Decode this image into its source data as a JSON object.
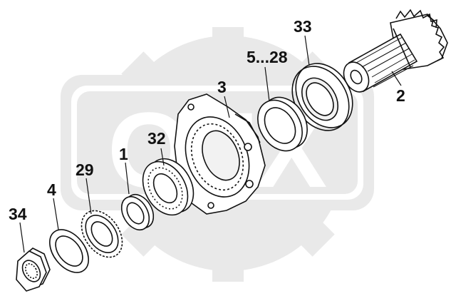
{
  "diagram": {
    "watermark": {
      "text": "OFX"
    },
    "labels": {
      "p33": "33",
      "p5_28": "5...28",
      "p3": "3",
      "p2": "2",
      "p32": "32",
      "p1": "1",
      "p29": "29",
      "p4": "4",
      "p34": "34"
    },
    "colors": {
      "line": "#111111",
      "watermark_fill": "#e9e9e9",
      "background": "#ffffff"
    }
  }
}
